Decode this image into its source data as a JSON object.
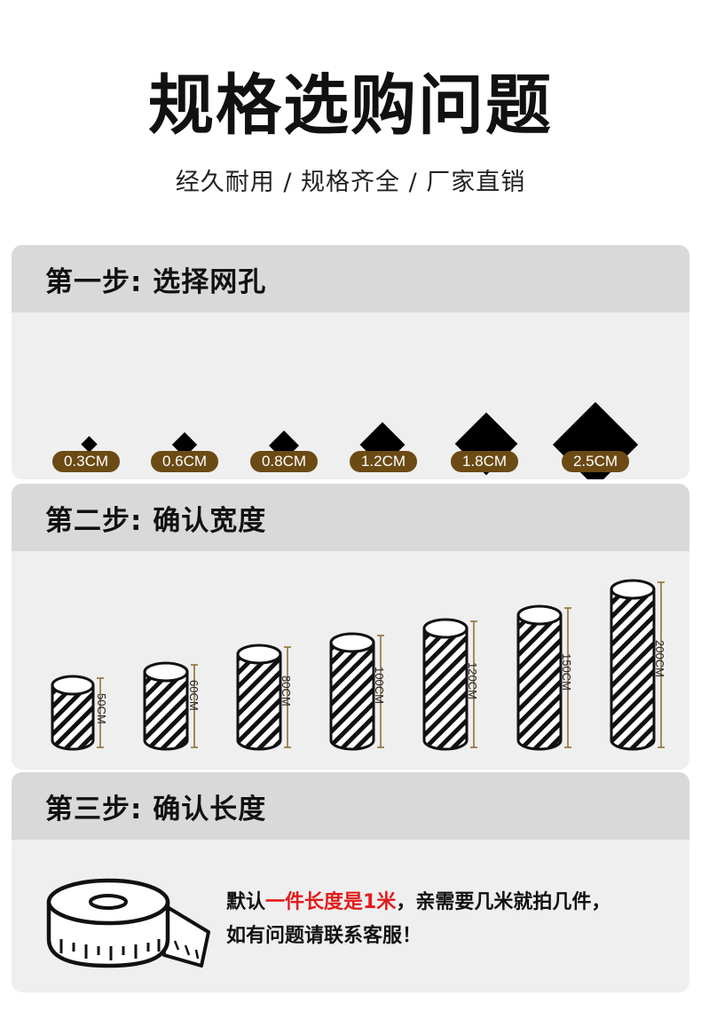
{
  "header": {
    "title": "规格选购问题",
    "subtitle": "经久耐用 / 规格齐全 / 厂家直销"
  },
  "step1": {
    "title": "第一步: 选择网孔",
    "sizes": [
      "0.3CM",
      "0.6CM",
      "0.8CM",
      "1.2CM",
      "1.8CM",
      "2.5CM"
    ]
  },
  "step2": {
    "title": "第二步: 确认宽度",
    "widths": [
      "50CM",
      "60CM",
      "80CM",
      "100CM",
      "120CM",
      "150CM",
      "200CM"
    ]
  },
  "step3": {
    "title": "第三步: 确认长度",
    "note_prefix": "默认",
    "note_highlight": "一件长度是1米",
    "note_suffix": "，亲需要几米就拍几件，",
    "note_line2": "如有问题请联系客服！"
  },
  "colors": {
    "pill_bg": "#6b4a14",
    "highlight": "#e31b1b",
    "card_bg": "#efefef",
    "card_head_bg": "#d9d9d9"
  }
}
